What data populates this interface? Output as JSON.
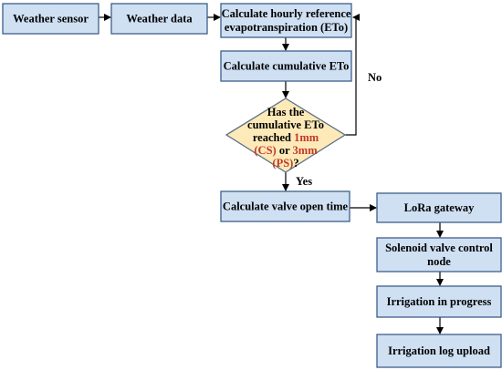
{
  "colors": {
    "box_fill": "#cfe0f3",
    "box_stroke": "#3d5f8a",
    "decision_fill": "#fdeab8",
    "highlight": "#c0392b",
    "arrow": "#000000"
  },
  "nodes": {
    "weather_sensor": "Weather sensor",
    "weather_data": "Weather data",
    "hourly_eto": [
      "Calculate hourly reference",
      "evapotranspiration (ETo)"
    ],
    "cumulative_eto": "Calculate cumulative ETo",
    "decision": {
      "line1": "Has the",
      "line2": "cumulative ETo",
      "line3_prefix": "reached ",
      "line3_highlight": "1mm",
      "line4_highlight": "(CS)",
      "line4_suffix": " or ",
      "line4_highlight2": "3mm",
      "line5_highlight": "(PS)",
      "line5_suffix": "?"
    },
    "valve_open_time": "Calculate valve open time",
    "lora_gateway": "LoRa gateway",
    "solenoid_node": [
      "Solenoid valve control",
      "node"
    ],
    "irrigation_progress": "Irrigation in progress",
    "irrigation_log": "Irrigation log upload"
  },
  "edges": {
    "no_label": "No",
    "yes_label": "Yes"
  }
}
